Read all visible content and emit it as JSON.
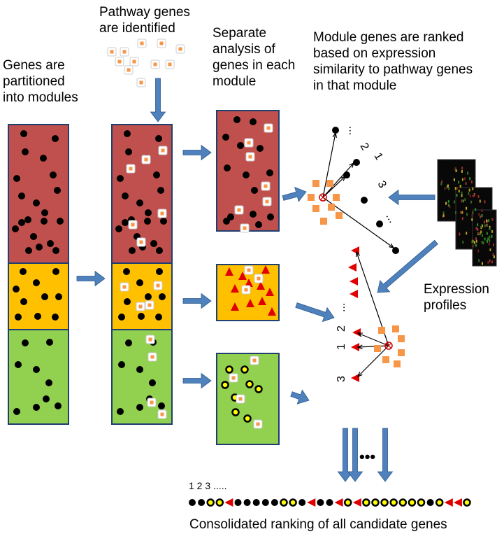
{
  "labels": {
    "partition": [
      "Genes are",
      "partitioned",
      "into  modules"
    ],
    "pathway": [
      "Pathway genes",
      "are identified"
    ],
    "separate": [
      "Separate",
      "analysis of",
      "genes in each",
      "module"
    ],
    "ranked": [
      "Module genes are ranked",
      "based on expression",
      "similarity to pathway genes",
      "in that module"
    ],
    "expression": [
      "Expression",
      "profiles"
    ],
    "consolidated": "Consolidated ranking of all candidate genes",
    "rank_start": "1 2 3 .....",
    "ellipsis": "…",
    "ellipsis_big": "•••"
  },
  "rank_numbers": {
    "top": [
      "1",
      "2",
      "3",
      "..."
    ],
    "mid": [
      "1",
      "2",
      "3",
      "..."
    ]
  },
  "module_colors": {
    "red": "#c0504d",
    "yellow": "#ffc000",
    "green": "#92d050",
    "arrow": "#4f81bd",
    "pathway_marker": "#f79646",
    "triangle": "#e00000",
    "ring": "#ffff00"
  },
  "consolidated_sequence": [
    "dot",
    "dot",
    "ring",
    "ring",
    "tri",
    "dot",
    "dot",
    "dot",
    "dot",
    "dot",
    "ring",
    "ring",
    "dot",
    "tri",
    "dot",
    "dot",
    "tri",
    "ring",
    "tri",
    "ring",
    "ring",
    "ring",
    "ring",
    "ring",
    "ring",
    "ring",
    "dot",
    "ring",
    "tri",
    "tri",
    "ring"
  ]
}
